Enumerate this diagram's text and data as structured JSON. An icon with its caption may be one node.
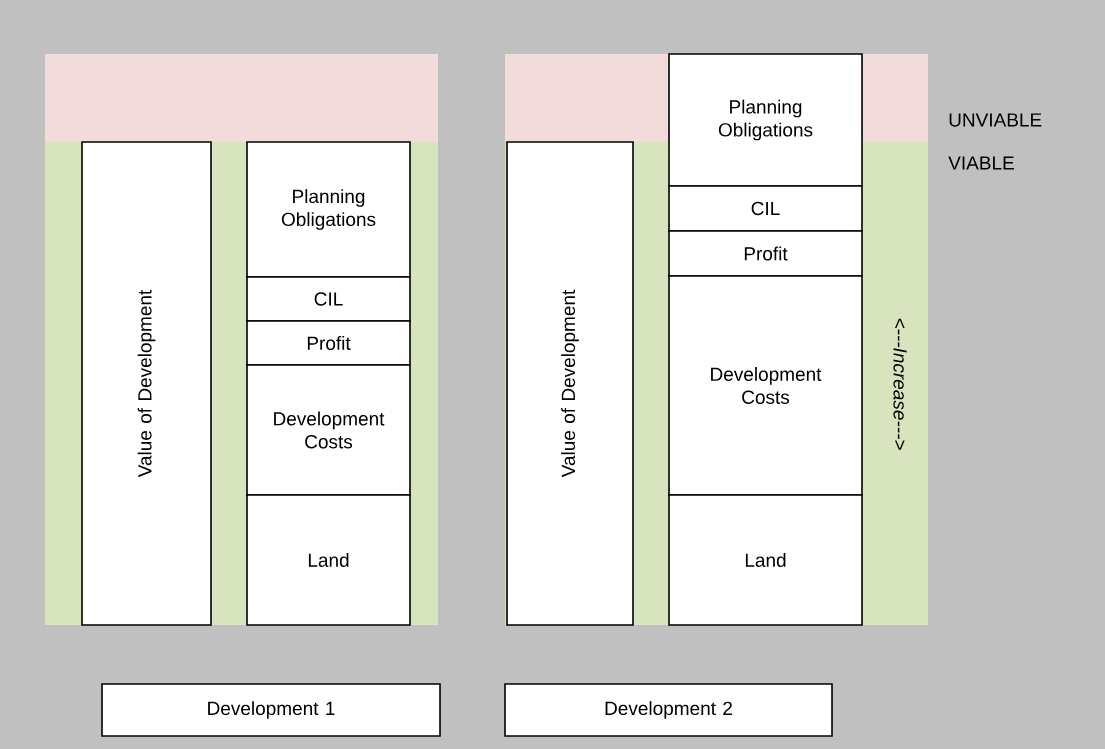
{
  "diagram": {
    "nodes": [
      {
        "text": [
          "Value of Development"
        ]
      },
      {
        "text": [
          "Planning Obligations"
        ]
      },
      {
        "text": [
          "CIL"
        ]
      },
      {
        "text": [
          "Profit"
        ]
      },
      {
        "text": [
          "Development Costs"
        ]
      },
      {
        "text": [
          "Land"
        ]
      },
      {
        "text": [
          "Value of Development"
        ]
      },
      {
        "text": [
          "Planning Obligations"
        ]
      },
      {
        "text": [
          "CIL"
        ]
      },
      {
        "text": [
          "Profit"
        ]
      },
      {
        "text": [
          "Development Costs"
        ]
      },
      {
        "text": [
          "Land"
        ]
      },
      {
        "text": [
          "Development 1"
        ]
      },
      {
        "text": [
          "Development 2"
        ]
      }
    ],
    "labels": [
      "UNVIABLE",
      "VIABLE",
      "*<---Increase--->*"
    ]
  }
}
